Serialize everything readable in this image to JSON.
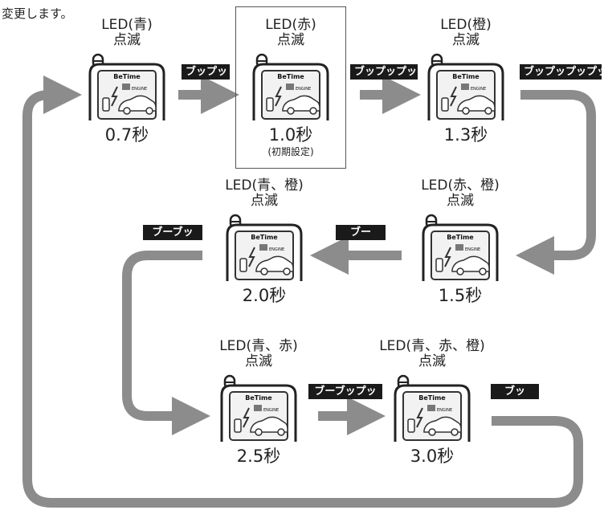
{
  "intro_text": "変更します。",
  "devices": [
    {
      "id": "d07",
      "led": "LED(青)",
      "blink": "点滅",
      "time": "0.7秒",
      "brand": "BeTime",
      "engine": "ENGINE"
    },
    {
      "id": "d10",
      "led": "LED(赤)",
      "blink": "点滅",
      "time": "1.0秒",
      "note": "(初期設定)",
      "brand": "BeTime",
      "engine": "ENGINE"
    },
    {
      "id": "d13",
      "led": "LED(橙)",
      "blink": "点滅",
      "time": "1.3秒",
      "brand": "BeTime",
      "engine": "ENGINE"
    },
    {
      "id": "d15",
      "led": "LED(赤、橙)",
      "blink": "点滅",
      "time": "1.5秒",
      "brand": "BeTime",
      "engine": "ENGINE"
    },
    {
      "id": "d20",
      "led": "LED(青、橙)",
      "blink": "点滅",
      "time": "2.0秒",
      "brand": "BeTime",
      "engine": "ENGINE"
    },
    {
      "id": "d25",
      "led": "LED(青、赤)",
      "blink": "点滅",
      "time": "2.5秒",
      "brand": "BeTime",
      "engine": "ENGINE"
    },
    {
      "id": "d30",
      "led": "LED(青、赤、橙)",
      "blink": "点滅",
      "time": "3.0秒",
      "brand": "BeTime",
      "engine": "ENGINE"
    }
  ],
  "sounds": {
    "s1": "ブップッ",
    "s2": "ブップップッ",
    "s3": "ブップップップッ",
    "s4": "ブー",
    "s5": "ブーブッ",
    "s6": "ブーブップッ",
    "s7": "ブッ"
  },
  "colors": {
    "arrow": "#8c8c8c",
    "tag_bg": "#1a1a1a",
    "tag_text": "#ffffff"
  }
}
